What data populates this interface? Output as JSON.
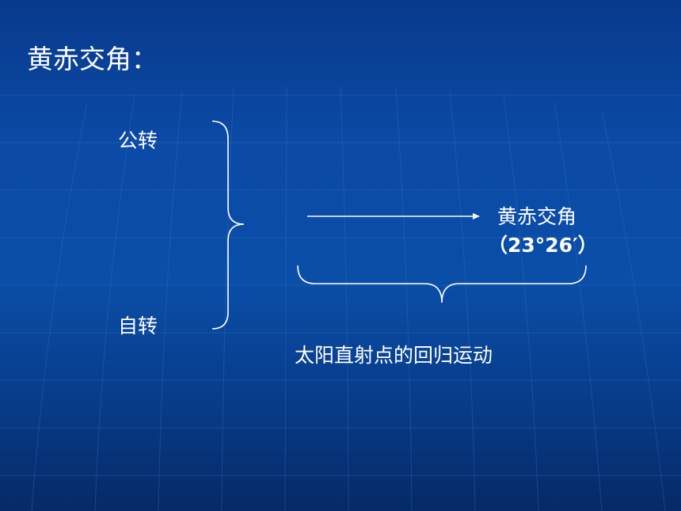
{
  "slide": {
    "title": "黄赤交角：",
    "revolution_label": "公转",
    "rotation_label": "自转",
    "result_label": "黄赤交角",
    "angle_value": "（23°26′）",
    "movement_label": "太阳直射点的回归运动"
  },
  "colors": {
    "background": "#0a4ea8",
    "text": "#ffffff",
    "grid": "#2a64b8"
  }
}
